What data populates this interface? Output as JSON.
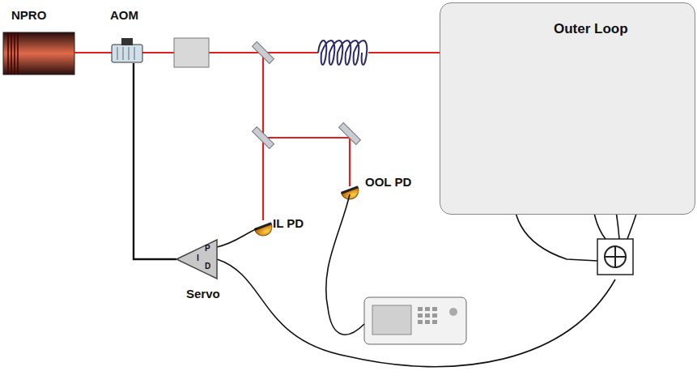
{
  "diagram": {
    "nodes": [
      {
        "text": [
          "Outer Loop"
        ]
      },
      {
        "text": [
          "P",
          "I",
          "D",
          "Servo"
        ]
      }
    ],
    "labels": [
      "NPRO",
      "AOM",
      "IL PD",
      "OOL PD"
    ]
  }
}
